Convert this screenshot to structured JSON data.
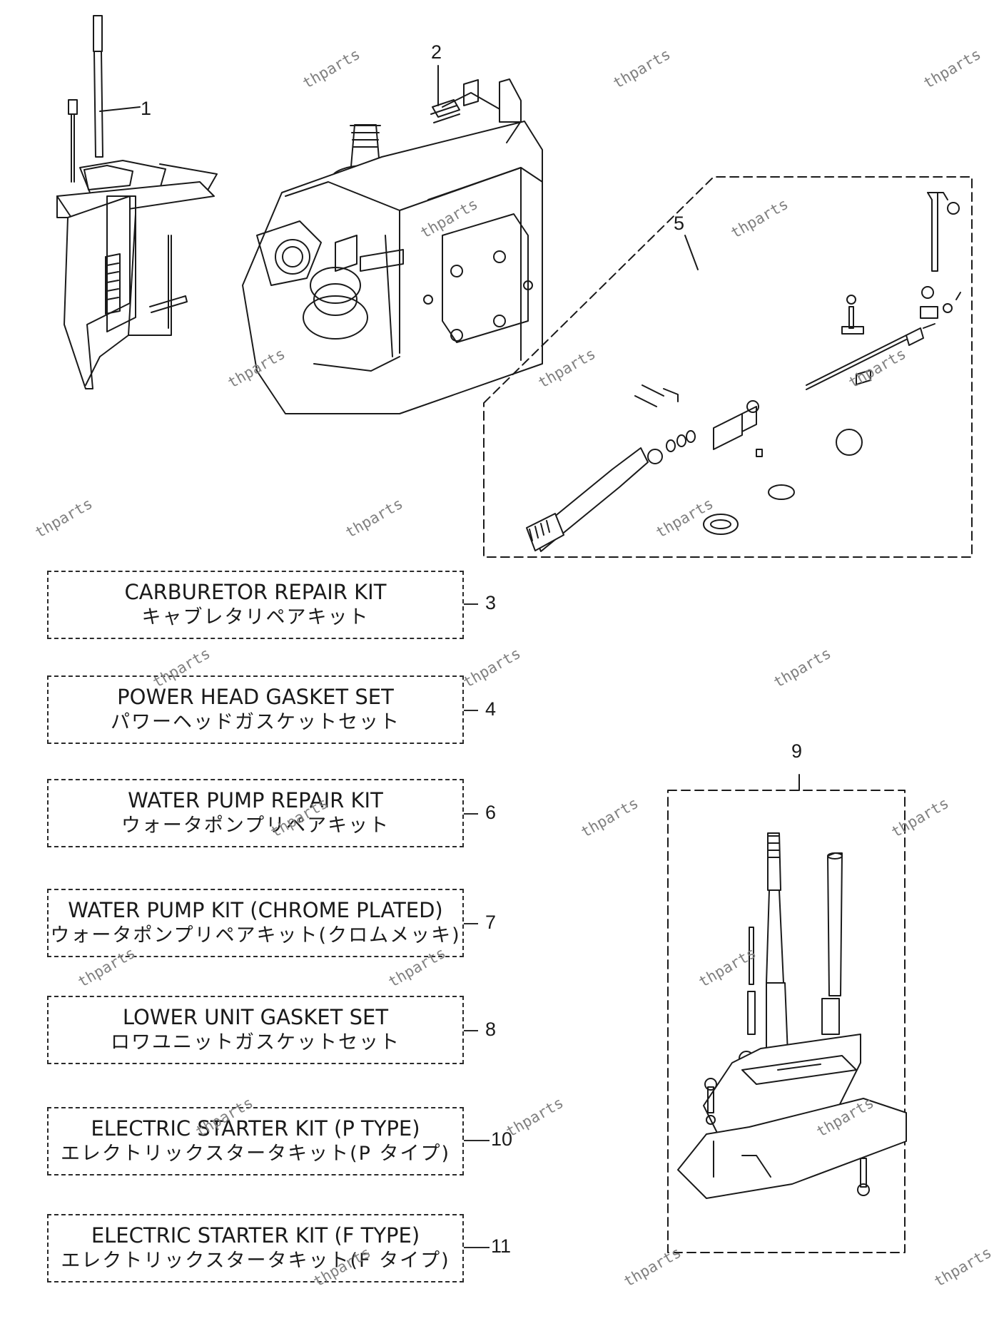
{
  "watermark": "thparts",
  "callouts": {
    "c1": "1",
    "c2": "2",
    "c3": "3",
    "c4": "4",
    "c5": "5",
    "c6": "6",
    "c7": "7",
    "c8": "8",
    "c9": "9",
    "c10": "10",
    "c11": "11"
  },
  "kits": [
    {
      "en": "CARBURETOR REPAIR KIT",
      "jp": "キャブレタリペアキット"
    },
    {
      "en": "POWER HEAD GASKET SET",
      "jp": "パワーヘッドガスケットセット"
    },
    {
      "en": "WATER PUMP REPAIR KIT",
      "jp": "ウォータポンプリペアキット"
    },
    {
      "en": "WATER PUMP KIT (CHROME PLATED)",
      "jp": "ウォータポンプリペアキット(クロムメッキ)"
    },
    {
      "en": "LOWER UNIT GASKET SET",
      "jp": "ロワユニットガスケットセット"
    },
    {
      "en": "ELECTRIC STARTER KIT (P TYPE)",
      "jp": "エレクトリックスタータキット(P タイプ)"
    },
    {
      "en": "ELECTRIC STARTER KIT (F TYPE)",
      "jp": "エレクトリックスタータキット(F タイプ)"
    }
  ]
}
